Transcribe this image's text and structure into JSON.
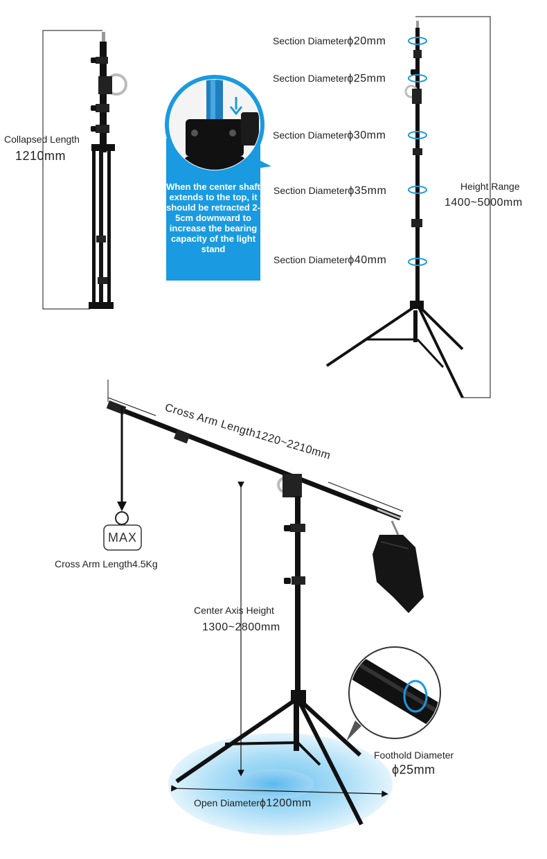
{
  "collapsed": {
    "label": "Collapsed Length",
    "value": "1210mm"
  },
  "callout": {
    "text": "When the center shaft extends to the top, it should be retracted 2-5cm downward to increase the bearing capacity of the light stand"
  },
  "sections": [
    {
      "label": "Section Diameter",
      "value": "ϕ20mm"
    },
    {
      "label": "Section Diameter",
      "value": "ϕ25mm"
    },
    {
      "label": "Section Diameter",
      "value": "ϕ30mm"
    },
    {
      "label": "Section Diameter",
      "value": "ϕ35mm"
    },
    {
      "label": "Section Diameter",
      "value": "ϕ40mm"
    }
  ],
  "height_range": {
    "label": "Height Range",
    "value": "1400~5000mm"
  },
  "cross_arm": {
    "label": "Cross Arm Length",
    "value": "1220~2210mm"
  },
  "max_load": {
    "badge": "MAX",
    "label": "Cross Arm Length4.5Kg"
  },
  "center_axis": {
    "label": "Center Axis Height",
    "value": "1300~2800mm"
  },
  "foothold": {
    "label": "Foothold Diameter",
    "value": "ϕ25mm"
  },
  "open_diameter": {
    "label": "Open Diameter",
    "value": "ϕ1200mm"
  },
  "colors": {
    "accent_blue": "#1a9ae0",
    "stand_black": "#111111",
    "ellipse_blue": "#8fd0f3"
  }
}
